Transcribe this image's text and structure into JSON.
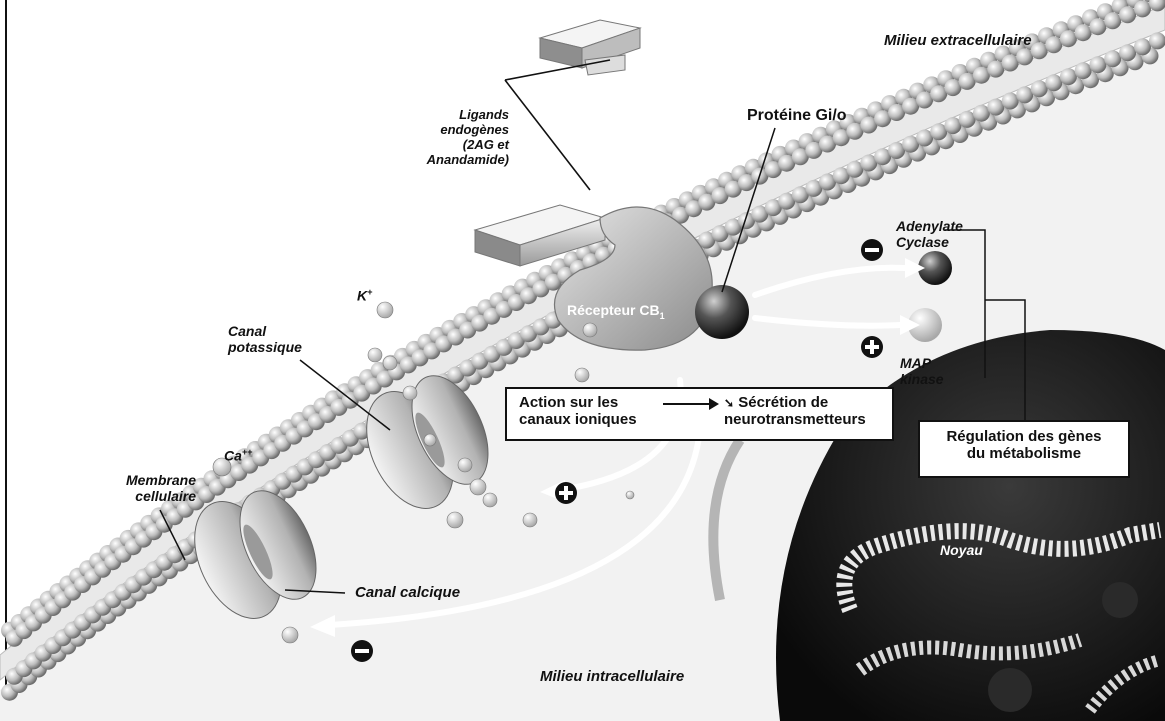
{
  "labels": {
    "milieu_extracellulaire": "Milieu extracellulaire",
    "ligands": [
      "Ligands",
      "endogènes",
      "(2AG et",
      "Anandamide)"
    ],
    "proteine_gio": "Protéine Gi/o",
    "adenylate_cyclase": [
      "Adenylate",
      "Cyclase"
    ],
    "recepteur": "Récepteur CB",
    "recepteur_sub": "1",
    "k_ion": "K",
    "k_charge": "+",
    "canal_potassique": [
      "Canal",
      "potassique"
    ],
    "map_kinase": [
      "MAP",
      "kinase"
    ],
    "ca_ion": "Ca",
    "ca_charge": "++",
    "membrane": [
      "Membrane",
      "cellulaire"
    ],
    "canal_calcique": "Canal calcique",
    "noyau": "Noyau",
    "milieu_intracellulaire": "Milieu intracellulaire"
  },
  "action_box": {
    "left": [
      "Action sur les",
      "canaux ioniques"
    ],
    "arrow_glyph": "➘",
    "right": [
      "Sécrétion de",
      "neurotransmetteurs"
    ]
  },
  "regulation_box": [
    "Régulation des gènes",
    "du métabolisme"
  ],
  "signs": {
    "minus": "−",
    "plus": "+"
  },
  "colors": {
    "ink": "#111111",
    "background": "#ffffff",
    "nucleus": "#1c1c1c"
  }
}
